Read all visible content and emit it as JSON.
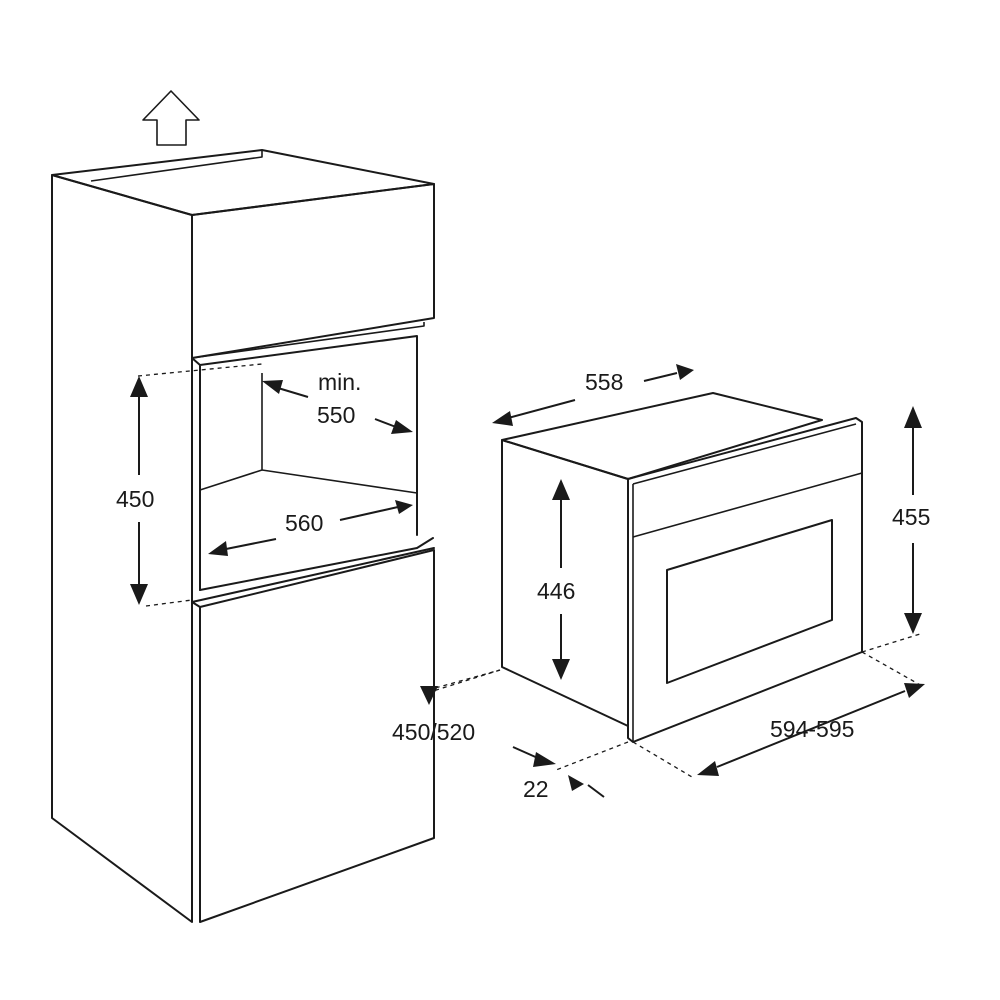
{
  "labels": {
    "niche_min": "min.",
    "niche_depth": "550",
    "niche_width": "560",
    "niche_height": "450",
    "cabinet_depth": "450/520",
    "oven_depth": "558",
    "oven_height_body": "446",
    "oven_height_front": "455",
    "oven_width": "594-595",
    "front_offset": "22"
  },
  "icons": {
    "ventilation": "up-arrow-outline-icon"
  }
}
